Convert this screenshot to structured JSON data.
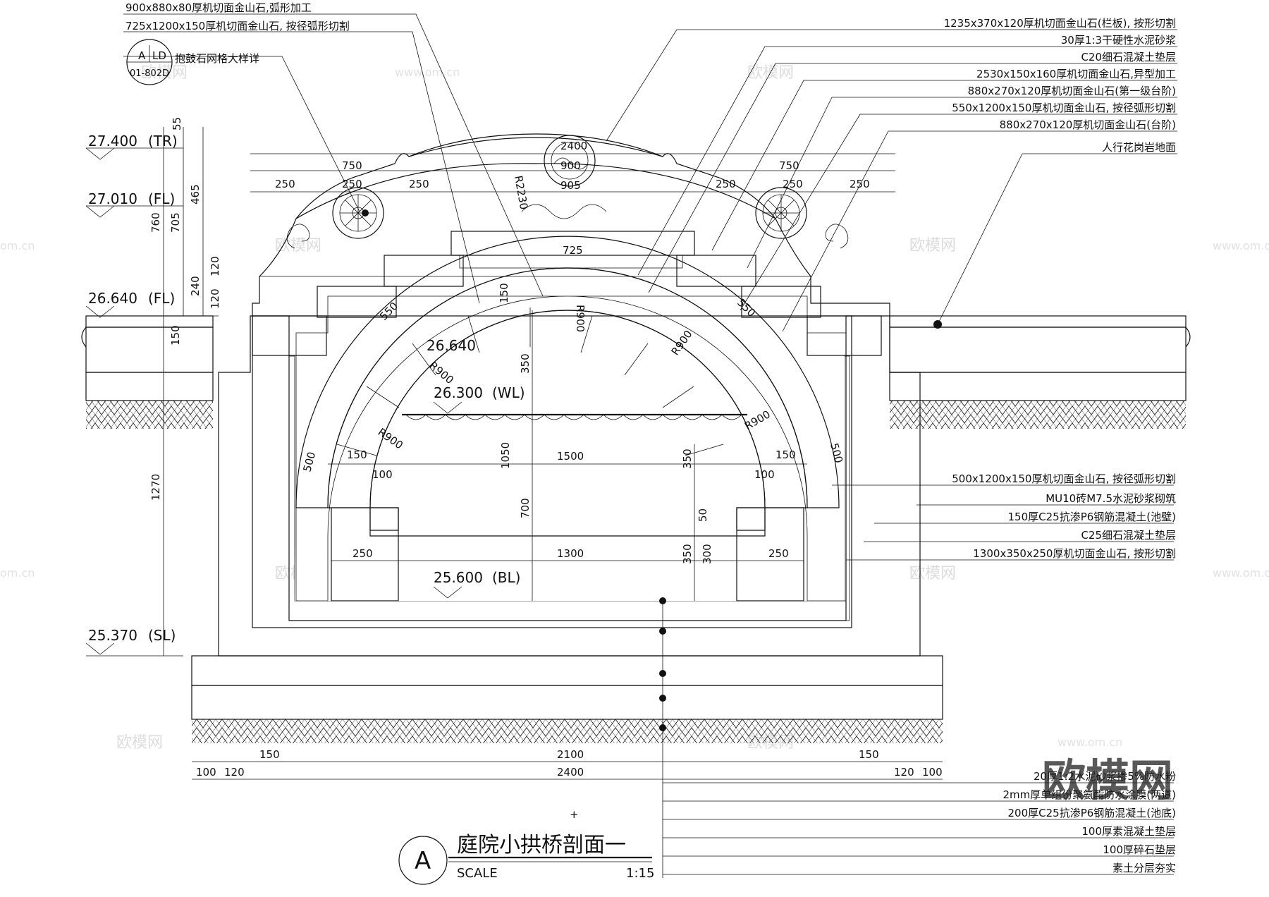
{
  "title": {
    "letter": "A",
    "name": "庭院小拱桥剖面一",
    "scale_label": "SCALE",
    "scale_value": "1:15"
  },
  "ref_tag": {
    "top_left": "A",
    "top_right": "LD",
    "bottom": "01-802D"
  },
  "notes_left": [
    "900x880x80厚机切面金山石,弧形加工",
    "725x1200x150厚机切面金山石, 按径弧形切割",
    "抱鼓石网格大样详"
  ],
  "notes_right_top": [
    "1235x370x120厚机切面金山石(栏板), 按形切割",
    "30厚1:3干硬性水泥砂浆",
    "C20细石混凝土垫层",
    "2530x150x160厚机切面金山石,异型加工",
    "880x270x120厚机切面金山石(第一级台阶)",
    "550x1200x150厚机切面金山石, 按径弧形切割",
    "880x270x120厚机切面金山石(台阶)",
    "人行花岗岩地面"
  ],
  "notes_right_mid": [
    "500x1200x150厚机切面金山石, 按径弧形切割",
    "MU10砖M7.5水泥砂浆砌筑",
    "150厚C25抗渗P6钢筋混凝土(池壁)",
    "C25细石混凝土垫层",
    "1300x350x250厚机切面金山石, 按形切割"
  ],
  "notes_right_bottom": [
    "20厚1:2水泥砂浆掺5%防水粉",
    "2mm厚单组份聚氨酯防水涂膜(两道)",
    "200厚C25抗渗P6钢筋混凝土(池底)",
    "100厚素混凝土垫层",
    "100厚碎石垫层",
    "素土分层夯实"
  ],
  "elevations": {
    "tr": "27.400",
    "tr_tag": "(TR)",
    "fl_top": "27.010",
    "fl_top_tag": "(FL)",
    "fl_mid": "26.640",
    "fl_mid_tag": "(FL)",
    "sl": "25.370",
    "sl_tag": "(SL)",
    "arch": "26.640",
    "wl": "26.300",
    "wl_tag": "(WL)",
    "bl": "25.600",
    "bl_tag": "(BL)"
  },
  "dims_vertical_left": {
    "d55": "55",
    "d760": "760",
    "d705": "705",
    "d465": "465",
    "d240": "240",
    "d120a": "120",
    "d120b": "120",
    "d150": "150",
    "d1270": "1270"
  },
  "dims_top": {
    "d2400": "2400",
    "d900": "900",
    "d905": "905",
    "d750l": "750",
    "d750r": "750",
    "d250_1": "250",
    "d250_2": "250",
    "d250_3": "250",
    "d250_4": "250",
    "d250_5": "250",
    "d250_6": "250",
    "r2230": "R2230",
    "d725": "725"
  },
  "dims_inner": {
    "d150a": "150",
    "r900a": "R900",
    "r900b": "R900",
    "r900c": "R900",
    "r900d": "R900",
    "r900e": "R900",
    "d550l": "550",
    "d550r": "550",
    "d500l": "500",
    "d500r": "500",
    "d350a": "350",
    "d1050": "1050",
    "d700": "700",
    "d1500": "1500",
    "d350b": "350",
    "d150l": "150",
    "d150r": "150",
    "d100l": "100",
    "d100r": "100",
    "d50": "50",
    "d250l": "250",
    "d1300": "1300",
    "d250r": "250",
    "d350c": "350",
    "d300": "300"
  },
  "dims_bottom": {
    "d150l": "150",
    "d2100": "2100",
    "d150r": "150",
    "d100l": "100",
    "d120l": "120",
    "d2400": "2400",
    "d120r": "120",
    "d100r": "100"
  },
  "watermarks": {
    "logo": "欧模网",
    "site": "www.om.cn",
    "suffix": "om.cn"
  }
}
